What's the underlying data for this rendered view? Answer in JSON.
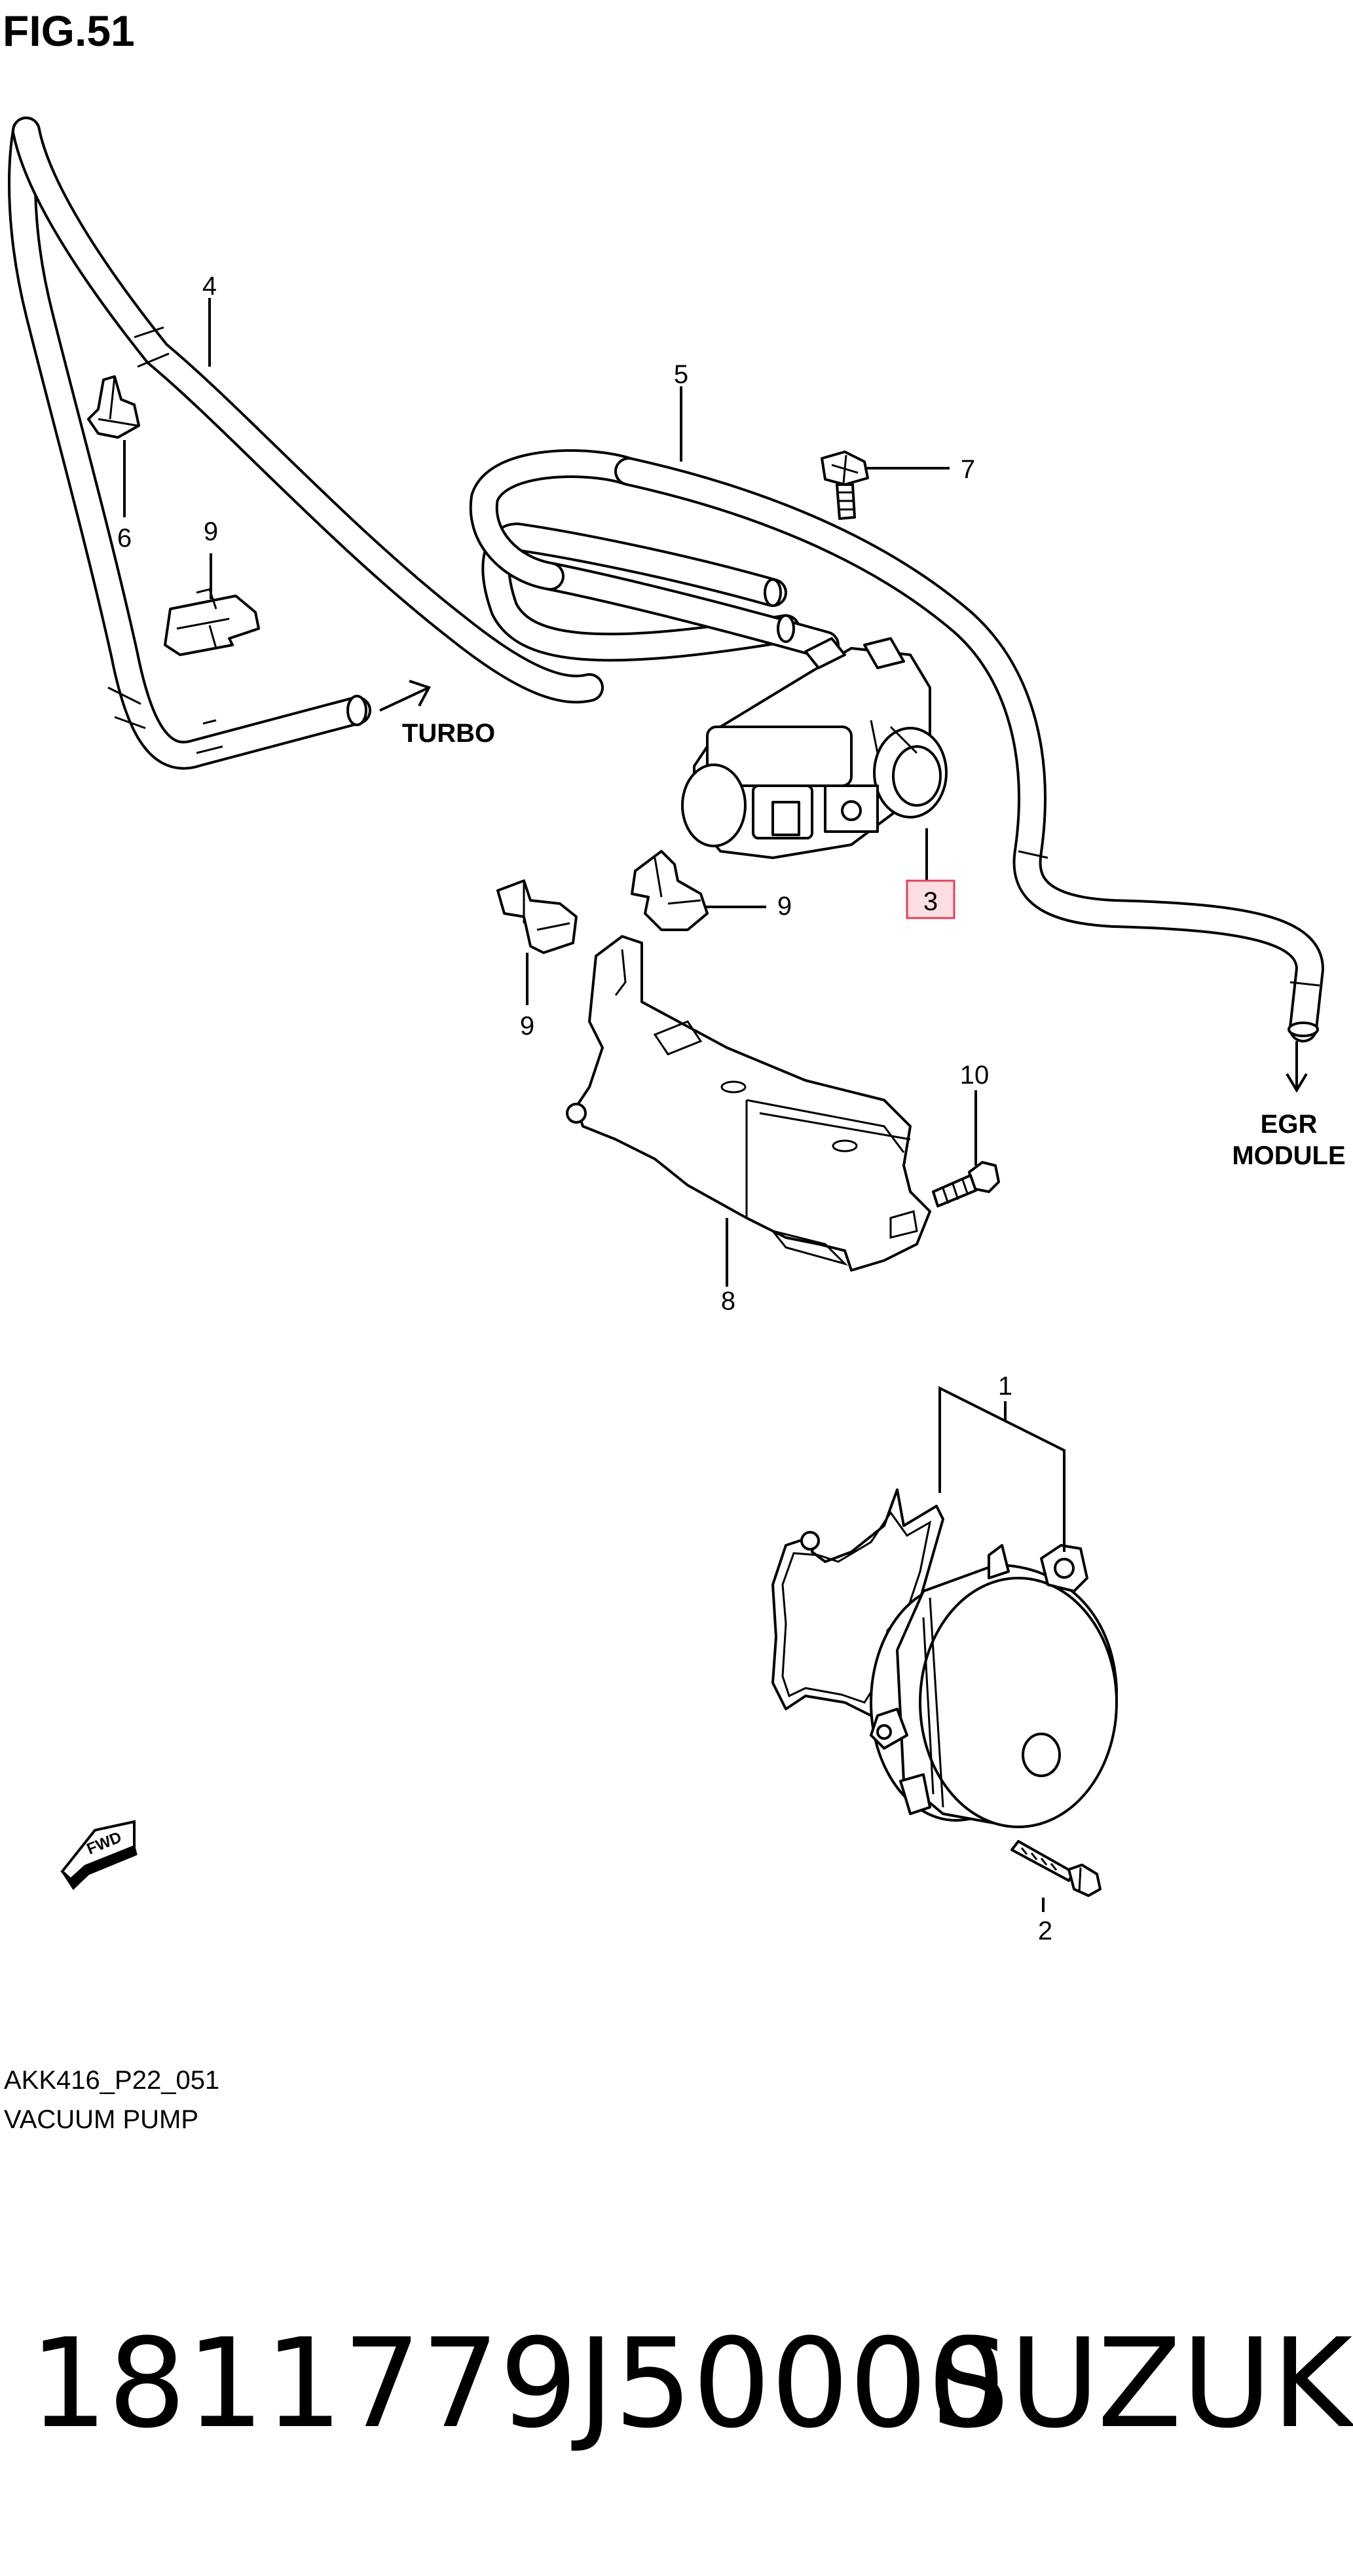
{
  "figure": {
    "title": "FIG.51",
    "code": "AKK416_P22_051",
    "caption": "VACUUM PUMP"
  },
  "callouts": [
    {
      "id": "1",
      "text": "1"
    },
    {
      "id": "2",
      "text": "2"
    },
    {
      "id": "3",
      "text": "3",
      "highlighted": true
    },
    {
      "id": "4",
      "text": "4"
    },
    {
      "id": "5",
      "text": "5"
    },
    {
      "id": "6",
      "text": "6"
    },
    {
      "id": "7",
      "text": "7"
    },
    {
      "id": "8",
      "text": "8"
    },
    {
      "id": "9a",
      "text": "9"
    },
    {
      "id": "9b",
      "text": "9"
    },
    {
      "id": "9c",
      "text": "9"
    },
    {
      "id": "10",
      "text": "10"
    }
  ],
  "destinations": {
    "turbo": "TURBO",
    "egr_line1": "EGR",
    "egr_line2": "MODULE"
  },
  "fwd_marker": "FWD",
  "footer": {
    "part_number": "1811779J50000",
    "brand": "SUZUKI"
  },
  "colors": {
    "highlight_stroke": "#e0415a",
    "highlight_fill": "#fbdde2"
  }
}
